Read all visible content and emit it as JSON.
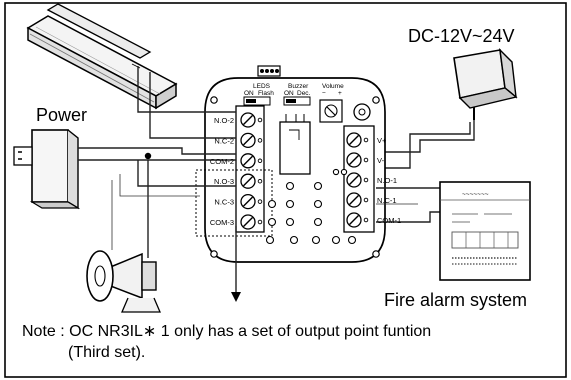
{
  "labels": {
    "power": "Power",
    "dc_supply": "DC-12V~24V",
    "fire_alarm": "Fire alarm system",
    "note_line1": "Note : OC NR3IL∗ 1 only has a set of  output point funtion",
    "note_line2": "(Third set)."
  },
  "board": {
    "leds_title": "LEDS",
    "leds_on": "ON",
    "leds_flash": "Flash",
    "buzzer_title": "Buzzer",
    "buzzer_on": "ON",
    "buzzer_dec": "Dec.",
    "volume_title": "Volume",
    "volume_minus": "−",
    "volume_plus": "+"
  },
  "left_terminals": [
    "N.O-2",
    "N.C-2",
    "COM-2",
    "N.O-3",
    "N.C-3",
    "COM-3"
  ],
  "right_terminals": [
    "V+",
    "V-",
    "N.O-1",
    "N.C-1",
    "COM-1"
  ],
  "icons": {
    "magnetic_lock": "magnetic-lock-icon",
    "power_adapter_left": "power-adapter-icon",
    "power_adapter_right": "power-adapter-icon",
    "siren": "siren-horn-icon",
    "fire_alarm_panel": "fire-alarm-panel-icon"
  }
}
